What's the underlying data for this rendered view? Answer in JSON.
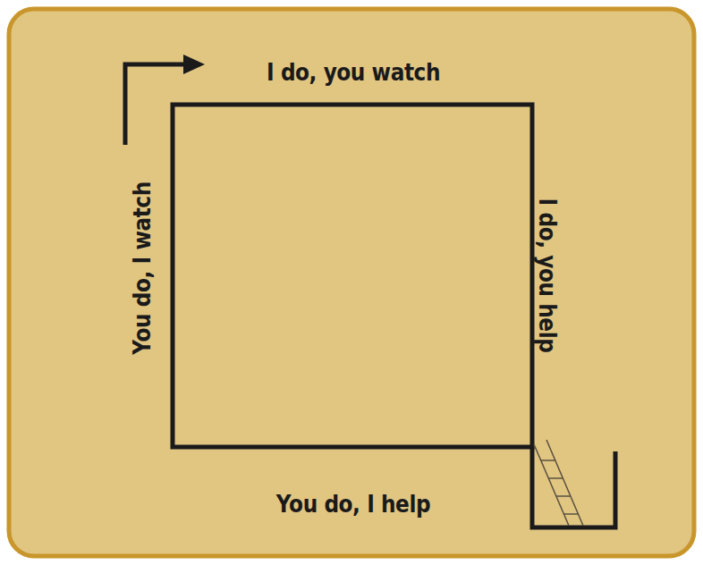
{
  "diagram": {
    "labels": [
      "I do, you watch",
      "I do, you help",
      "You do, I help",
      "You do, I watch"
    ]
  }
}
